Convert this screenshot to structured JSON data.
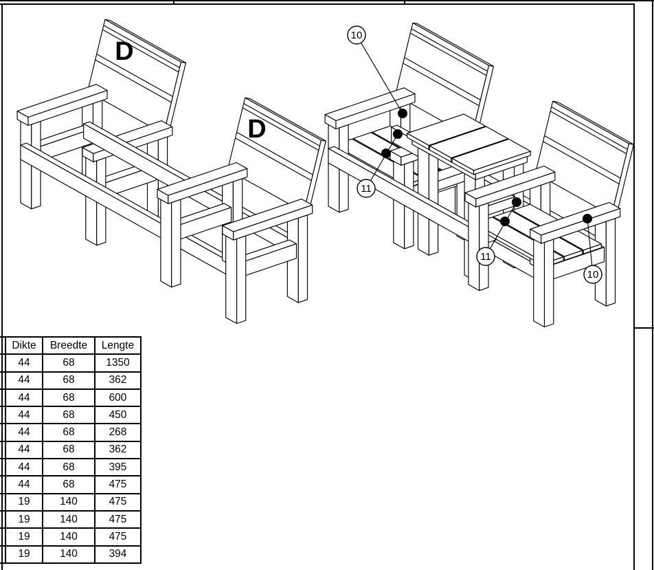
{
  "page": {
    "background_color": "#ffffff",
    "line_color": "#000000",
    "type_note": "assembly drawing sheet"
  },
  "views": {
    "frame_view": {
      "description_label": "",
      "part_labels": [
        {
          "text": "D"
        },
        {
          "text": "D"
        }
      ]
    },
    "assembled_view": {
      "callouts": [
        {
          "label": "10"
        },
        {
          "label": "11"
        },
        {
          "label": "11"
        },
        {
          "label": "10"
        }
      ]
    }
  },
  "cutlist": {
    "columns": [
      "Dikte",
      "Breedte",
      "Lengte"
    ],
    "rows": [
      [
        "44",
        "68",
        "1350"
      ],
      [
        "44",
        "68",
        "362"
      ],
      [
        "44",
        "68",
        "600"
      ],
      [
        "44",
        "68",
        "450"
      ],
      [
        "44",
        "68",
        "268"
      ],
      [
        "44",
        "68",
        "362"
      ],
      [
        "44",
        "68",
        "395"
      ],
      [
        "44",
        "68",
        "475"
      ],
      [
        "19",
        "140",
        "475"
      ],
      [
        "19",
        "140",
        "475"
      ],
      [
        "19",
        "140",
        "475"
      ],
      [
        "19",
        "140",
        "394"
      ]
    ]
  }
}
